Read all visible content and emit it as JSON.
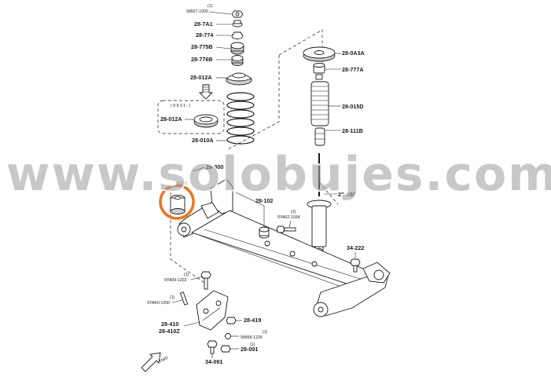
{
  "watermark": "www.solobujes.com",
  "labels": {
    "p_99927_1000_qty": "(1)",
    "p_99927_1000": "99927-1000",
    "p_28_7A1": "28-7A1",
    "p_28_774": "28-774",
    "p_28_775B": "28-775B",
    "p_28_776B": "28-776B",
    "p_28_012A_top": "28-012A",
    "p_box_header": "( 9 9 0 1 - )",
    "p_28_012A_box": "28-012A",
    "p_28_010A": "28-010A",
    "p_28_0A3A": "28-0A3A",
    "p_28_777A": "28-777A",
    "p_28_015D": "28-015D",
    "p_28_111B": "28-111B",
    "p_28_300": "28-300",
    "p_28_700": "28-700",
    "p_28_102": "28-102",
    "p_9YA02_qty": "(1)",
    "p_9YA02": "9YA02-1034",
    "p_34_222": "34-222",
    "p_9YA09_qty": "(1)",
    "p_9YA09": "9YA09-1202",
    "p_9YAK0_qty": "(1)",
    "p_9YAK0": "9YAK0-1200",
    "p_28_419": "28-419",
    "p_28_410": "28-410",
    "p_28_410Z": "28-410Z",
    "p_99958_qty": "(1)",
    "p_99958": "99958-1226",
    "p_28_091_qty": "(1)",
    "p_28_091": "28-091",
    "p_34_091": "34-091",
    "p_fwd": "FWD"
  },
  "colors": {
    "highlight": "#e87722",
    "ink": "#1a1a1a",
    "watermark": "#9a9a9a"
  },
  "icons": {
    "forward_arrow": "fwd-arrow-icon"
  }
}
